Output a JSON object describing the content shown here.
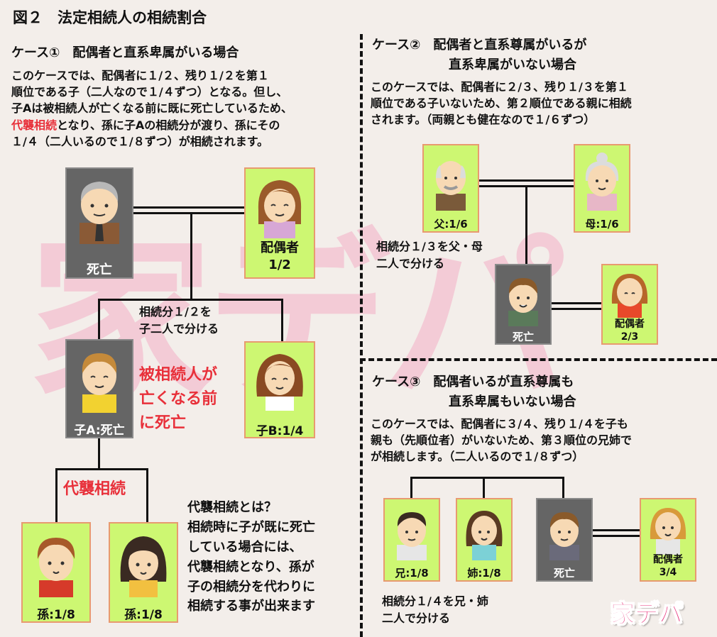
{
  "figure_title": "図２　法定相続人の相続割合",
  "case1": {
    "title": "ケース①　配偶者と直系卑属がいる場合",
    "desc": [
      "このケースでは、配偶者に１/２、残り１/２を第１",
      "順位である子（二人なので１/４ずつ）となる。但し、",
      "子Aは被相続人が亡くなる前に既に死亡しているため、",
      "となり、孫に子Aの相続分が渡り、孫にその",
      "１/４（二人いるので１/８ずつ）が相続されます。"
    ],
    "desc_highlight": "代襲相続",
    "deceased_label": "死亡",
    "spouse_label": [
      "配偶者",
      "1/2"
    ],
    "split_note": [
      "相続分１/２を",
      "子二人で分ける"
    ],
    "childA_label": "子A:死亡",
    "childB_label": "子B:1/4",
    "predeceased_note": [
      "被相続人が",
      "亡くなる前",
      "に死亡"
    ],
    "representation_label": "代襲相続",
    "grandchild1_label": "孫:1/8",
    "grandchild2_label": "孫:1/8",
    "explanation": [
      "代襲相続とは？",
      "相続時に子が既に死亡",
      "している場合には、",
      "代襲相続となり、孫が",
      "子の相続分を代わりに",
      "相続する事が出来ます"
    ]
  },
  "case2": {
    "title": [
      "ケース②　配偶者と直系尊属がいるが",
      "直系卑属がいない場合"
    ],
    "desc": [
      "このケースでは、配偶者に２/３、残り１/３を第１",
      "順位である子いないため、第２順位である親に相続",
      "されます。（両親とも健在なので１/６ずつ）"
    ],
    "father_label": "父:1/6",
    "mother_label": "母:1/6",
    "split_note": [
      "相続分１/３を父・母",
      "二人で分ける"
    ],
    "deceased_label": "死亡",
    "spouse_label": [
      "配偶者",
      "2/3"
    ]
  },
  "case3": {
    "title": [
      "ケース③　配偶者いるが直系尊属も",
      "直系卑属もいない場合"
    ],
    "desc": [
      "このケースでは、配偶者に３/４、残り１/４を子も",
      "親も（先順位者）がいないため、第３順位の兄姉で",
      "が相続します。（二人いるので１/８ずつ）"
    ],
    "brother_label": "兄:1/8",
    "sister_label": "姉:1/8",
    "deceased_label": "死亡",
    "spouse_label": [
      "配偶者",
      "3/4"
    ],
    "split_note": [
      "相続分１/４を兄・姉",
      "二人で分ける"
    ]
  },
  "watermark": "家デパ",
  "logo": "家デパ"
}
